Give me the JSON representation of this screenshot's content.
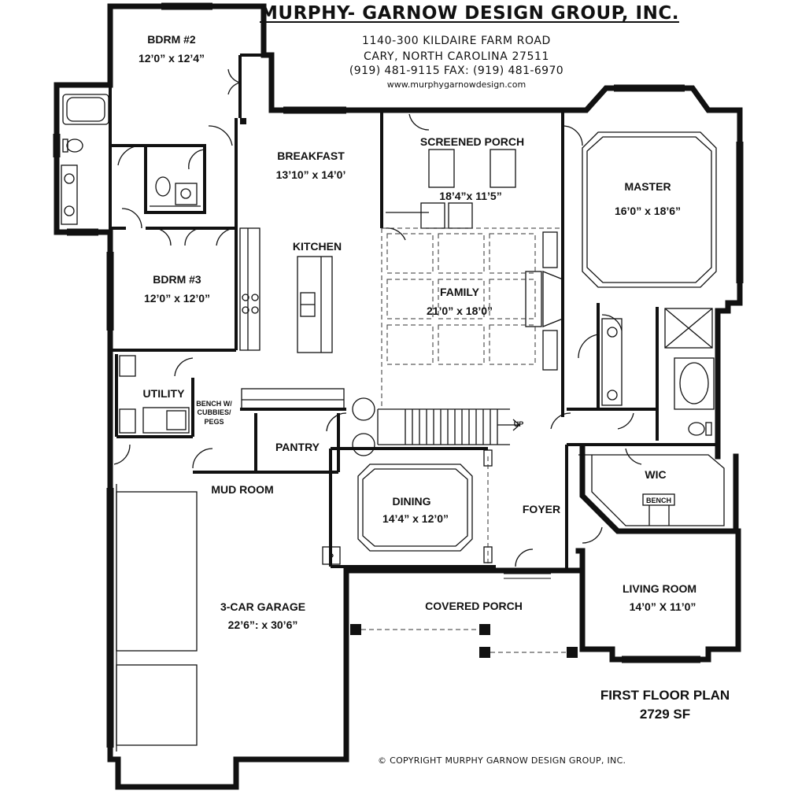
{
  "header": {
    "firm_name": "MURPHY- GARNOW DESIGN GROUP, INC.",
    "address_line1": "1140-300 KILDAIRE FARM ROAD",
    "address_line2": "CARY, NORTH CAROLINA 27511",
    "phone_fax": "(919) 481-9115 FAX: (919) 481-6970",
    "website": "www.murphygarnowdesign.com"
  },
  "rooms": {
    "bdrm2": {
      "name": "BDRM #2",
      "dims": "12’0” x 12’4”"
    },
    "bdrm3": {
      "name": "BDRM #3",
      "dims": "12’0” x 12’0”"
    },
    "breakfast": {
      "name": "BREAKFAST",
      "dims": "13’10” x 14’0’"
    },
    "kitchen": {
      "name": "KITCHEN"
    },
    "screened_porch": {
      "name": "SCREENED PORCH",
      "dims": "18’4”x 11’5”"
    },
    "master": {
      "name": "MASTER",
      "dims": "16’0” x 18’6”"
    },
    "family": {
      "name": "FAMILY",
      "dims": "21’0” x 18’0”"
    },
    "utility": {
      "name": "UTILITY"
    },
    "bench_cubbies": {
      "line1": "BENCH W/",
      "line2": "CUBBIES/",
      "line3": "PEGS"
    },
    "pantry": {
      "name": "PANTRY"
    },
    "mud_room": {
      "name": "MUD ROOM"
    },
    "wic": {
      "name": "WIC",
      "bench_label": "BENCH"
    },
    "dining": {
      "name": "DINING",
      "dims": "14’4” x 12’0”"
    },
    "foyer": {
      "name": "FOYER"
    },
    "stair_up": "UP",
    "garage": {
      "name": "3-CAR GARAGE",
      "dims": "22’6”: x 30’6”"
    },
    "covered_porch": {
      "name": "COVERED PORCH"
    },
    "living_room": {
      "name": "LIVING ROOM",
      "dims": "14’0” X 11’0”"
    }
  },
  "footer": {
    "plan_title": "FIRST FLOOR PLAN",
    "square_feet": "2729 SF",
    "copyright": "©  COPYRIGHT MURPHY GARNOW DESIGN GROUP, INC."
  }
}
